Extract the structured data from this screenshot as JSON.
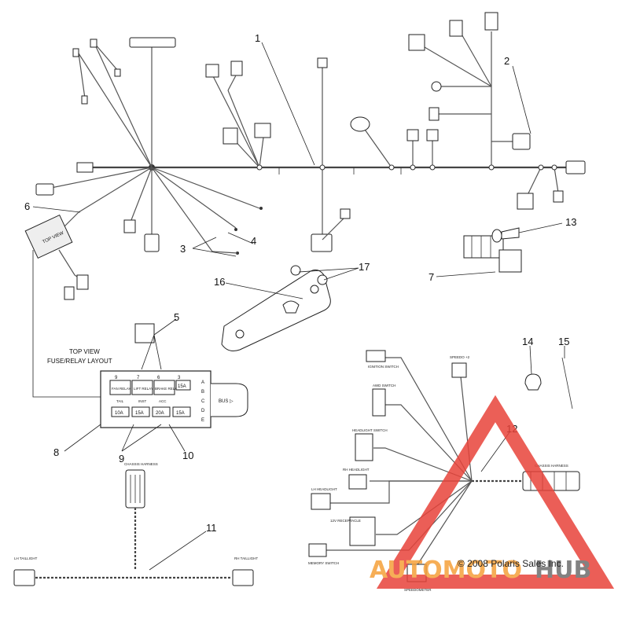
{
  "diagram": {
    "callouts": [
      "1",
      "2",
      "3",
      "4",
      "5",
      "6",
      "7",
      "8",
      "9",
      "10",
      "11",
      "12",
      "13",
      "14",
      "15",
      "16",
      "17"
    ],
    "layout_title_line1": "TOP VIEW",
    "layout_title_line2": "FUSE/RELAY LAYOUT",
    "top_view_label": "TOP VIEW",
    "relays": [
      "FAN RELAY",
      "LIFT RELAY",
      "BRAKE RELAY"
    ],
    "fuse_top": "15A",
    "fuses_bottom": [
      "10A",
      "15A",
      "20A",
      "15A"
    ],
    "fuse_small_labels": [
      "TAIL",
      "INST",
      "ACC"
    ],
    "box_slot_numbers": [
      "9",
      "7",
      "6",
      "3"
    ],
    "box_side_letters": [
      "A",
      "B",
      "C",
      "D",
      "E"
    ],
    "connector_labels": {
      "chassis_harness_left": "CHASSIS HARNESS",
      "lh_taillight": "LH TAILLIGHT",
      "rh_taillight": "RH TAILLIGHT",
      "ignition_switch": "IGNITION SWITCH",
      "speedo": "SPEEDO +2",
      "awd_switch": "AWD SWITCH",
      "headlight_switch": "HEADLIGHT SWITCH",
      "rh_headlight": "RH HEADLIGHT",
      "lh_headlight": "LH HEADLIGHT",
      "receptacle": "12V RECEPTACLE",
      "memory_switch": "MEMORY SWITCH",
      "speedometer": "SPEEDOMETER",
      "chassis_harness_right": "CHASSIS HARNESS"
    },
    "copyright": "© 2008 Polaris Sales Inc.",
    "watermark": {
      "part1": "AUTOMOTO",
      "part2": "HUB",
      "color_red": "#e8433a",
      "color_orange": "#f5a13a",
      "color_gray": "#6d6d6d"
    }
  }
}
